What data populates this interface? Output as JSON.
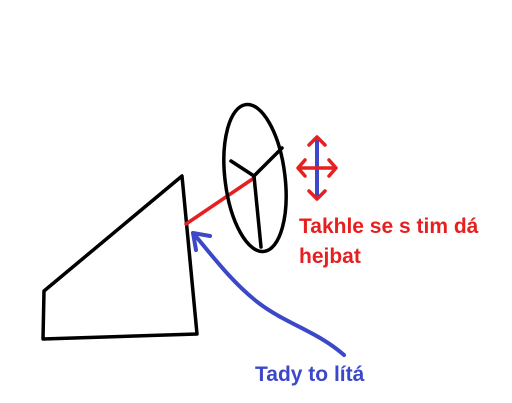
{
  "annotations": {
    "movement_label": {
      "lines": [
        "Takhle se s tim dá",
        "hejbat"
      ],
      "color": "#e62020"
    },
    "joint_label": {
      "text": "Tady to lítá",
      "color": "#3c48c8"
    }
  },
  "colors": {
    "outline": "#000000",
    "connector": "#e62020",
    "pointer_arrow": "#3c48c8",
    "move_icon_vertical": "#e62020",
    "move_icon_horizontal": "#3c48c8"
  }
}
